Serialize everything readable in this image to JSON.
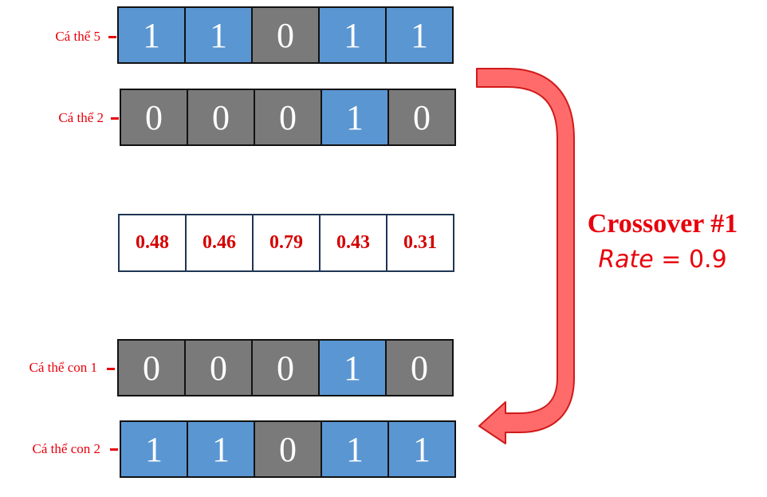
{
  "parents": [
    {
      "label": "Cá thể 5",
      "genes": [
        "1",
        "1",
        "0",
        "1",
        "1"
      ]
    },
    {
      "label": "Cá thể 2",
      "genes": [
        "0",
        "0",
        "0",
        "1",
        "0"
      ]
    }
  ],
  "probabilities": [
    "0.48",
    "0.46",
    "0.79",
    "0.43",
    "0.31"
  ],
  "children": [
    {
      "label": "Cá thể con 1",
      "genes": [
        "0",
        "0",
        "0",
        "1",
        "0"
      ]
    },
    {
      "label": "Cá thể con 2",
      "genes": [
        "1",
        "1",
        "0",
        "1",
        "1"
      ]
    }
  ],
  "crossover": {
    "title": "Crossover #1",
    "rate_var": "Rate",
    "rate_eq": " = 0.9"
  },
  "colors": {
    "gene_one": "#5a96d2",
    "gene_zero": "#7a7a7a",
    "accent": "#e8000b",
    "arrow_fill": "#ff6b6b"
  }
}
